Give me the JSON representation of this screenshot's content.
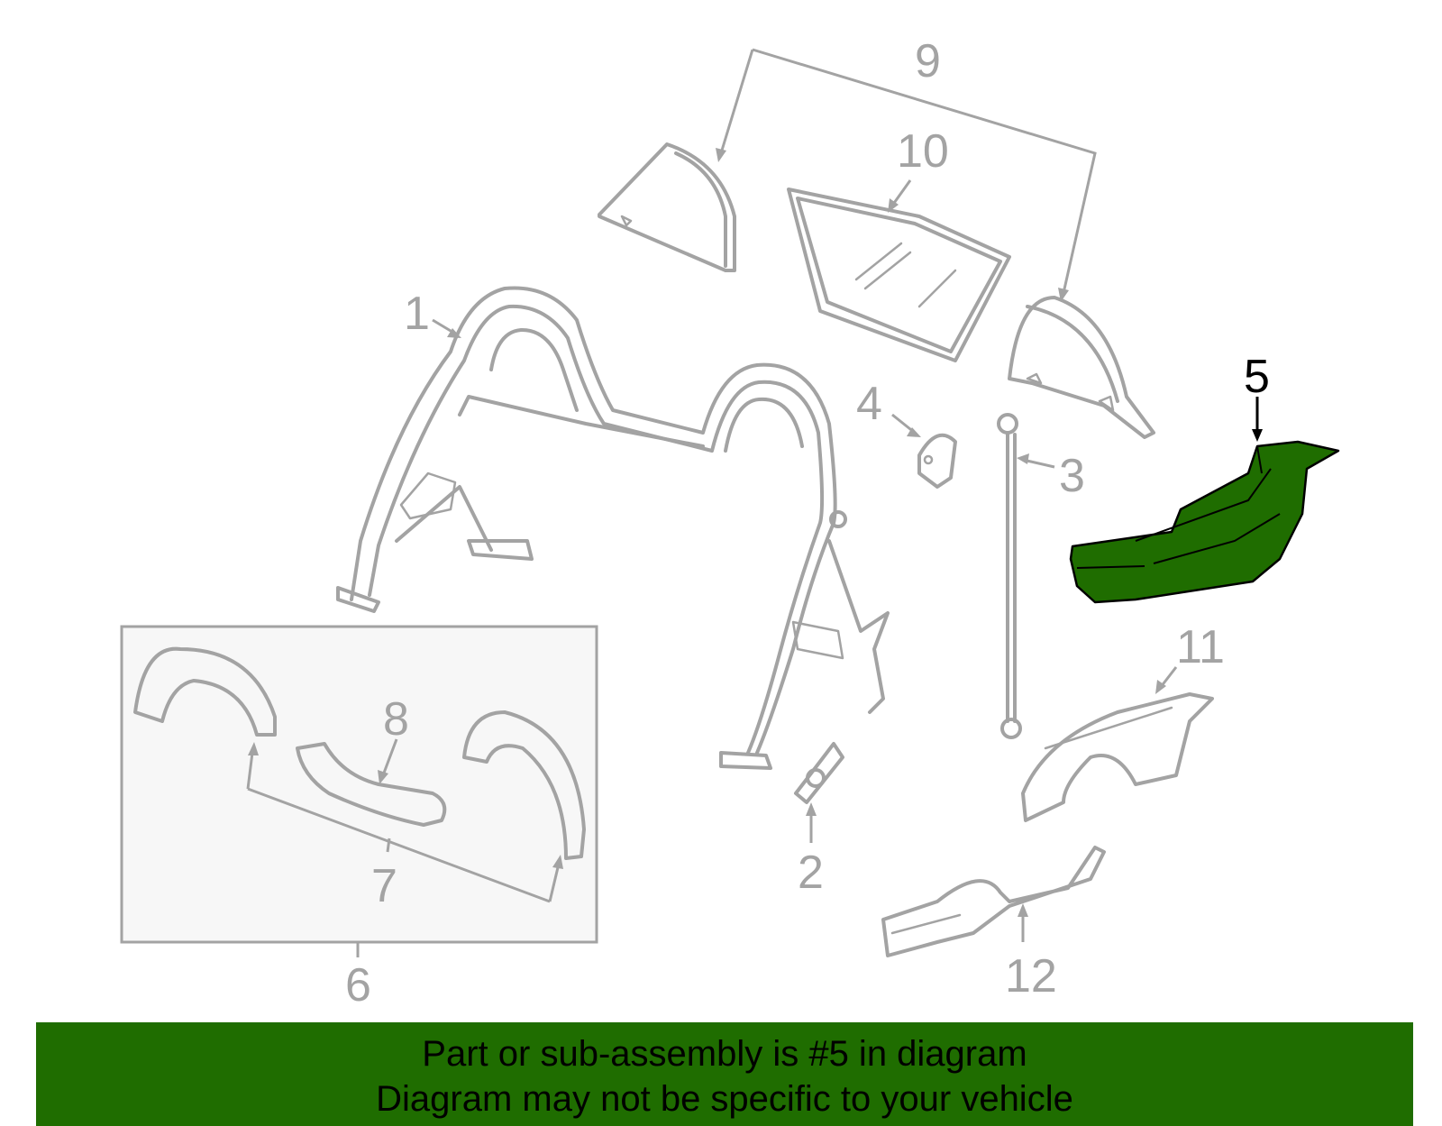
{
  "callouts": {
    "c1": "1",
    "c2": "2",
    "c3": "3",
    "c4": "4",
    "c5": "5",
    "c6": "6",
    "c7": "7",
    "c8": "8",
    "c9": "9",
    "c10": "10",
    "c11": "11",
    "c12": "12"
  },
  "highlighted_part": "5",
  "colors": {
    "line_art": "#a3a3a3",
    "highlight_fill": "#1f6d00",
    "banner_background": "#1f6d00",
    "inset_box_fill": "#f7f7f7"
  },
  "banner": {
    "line1": "Part or sub-assembly is #5 in diagram",
    "line2": "Diagram may not be specific to your vehicle"
  }
}
